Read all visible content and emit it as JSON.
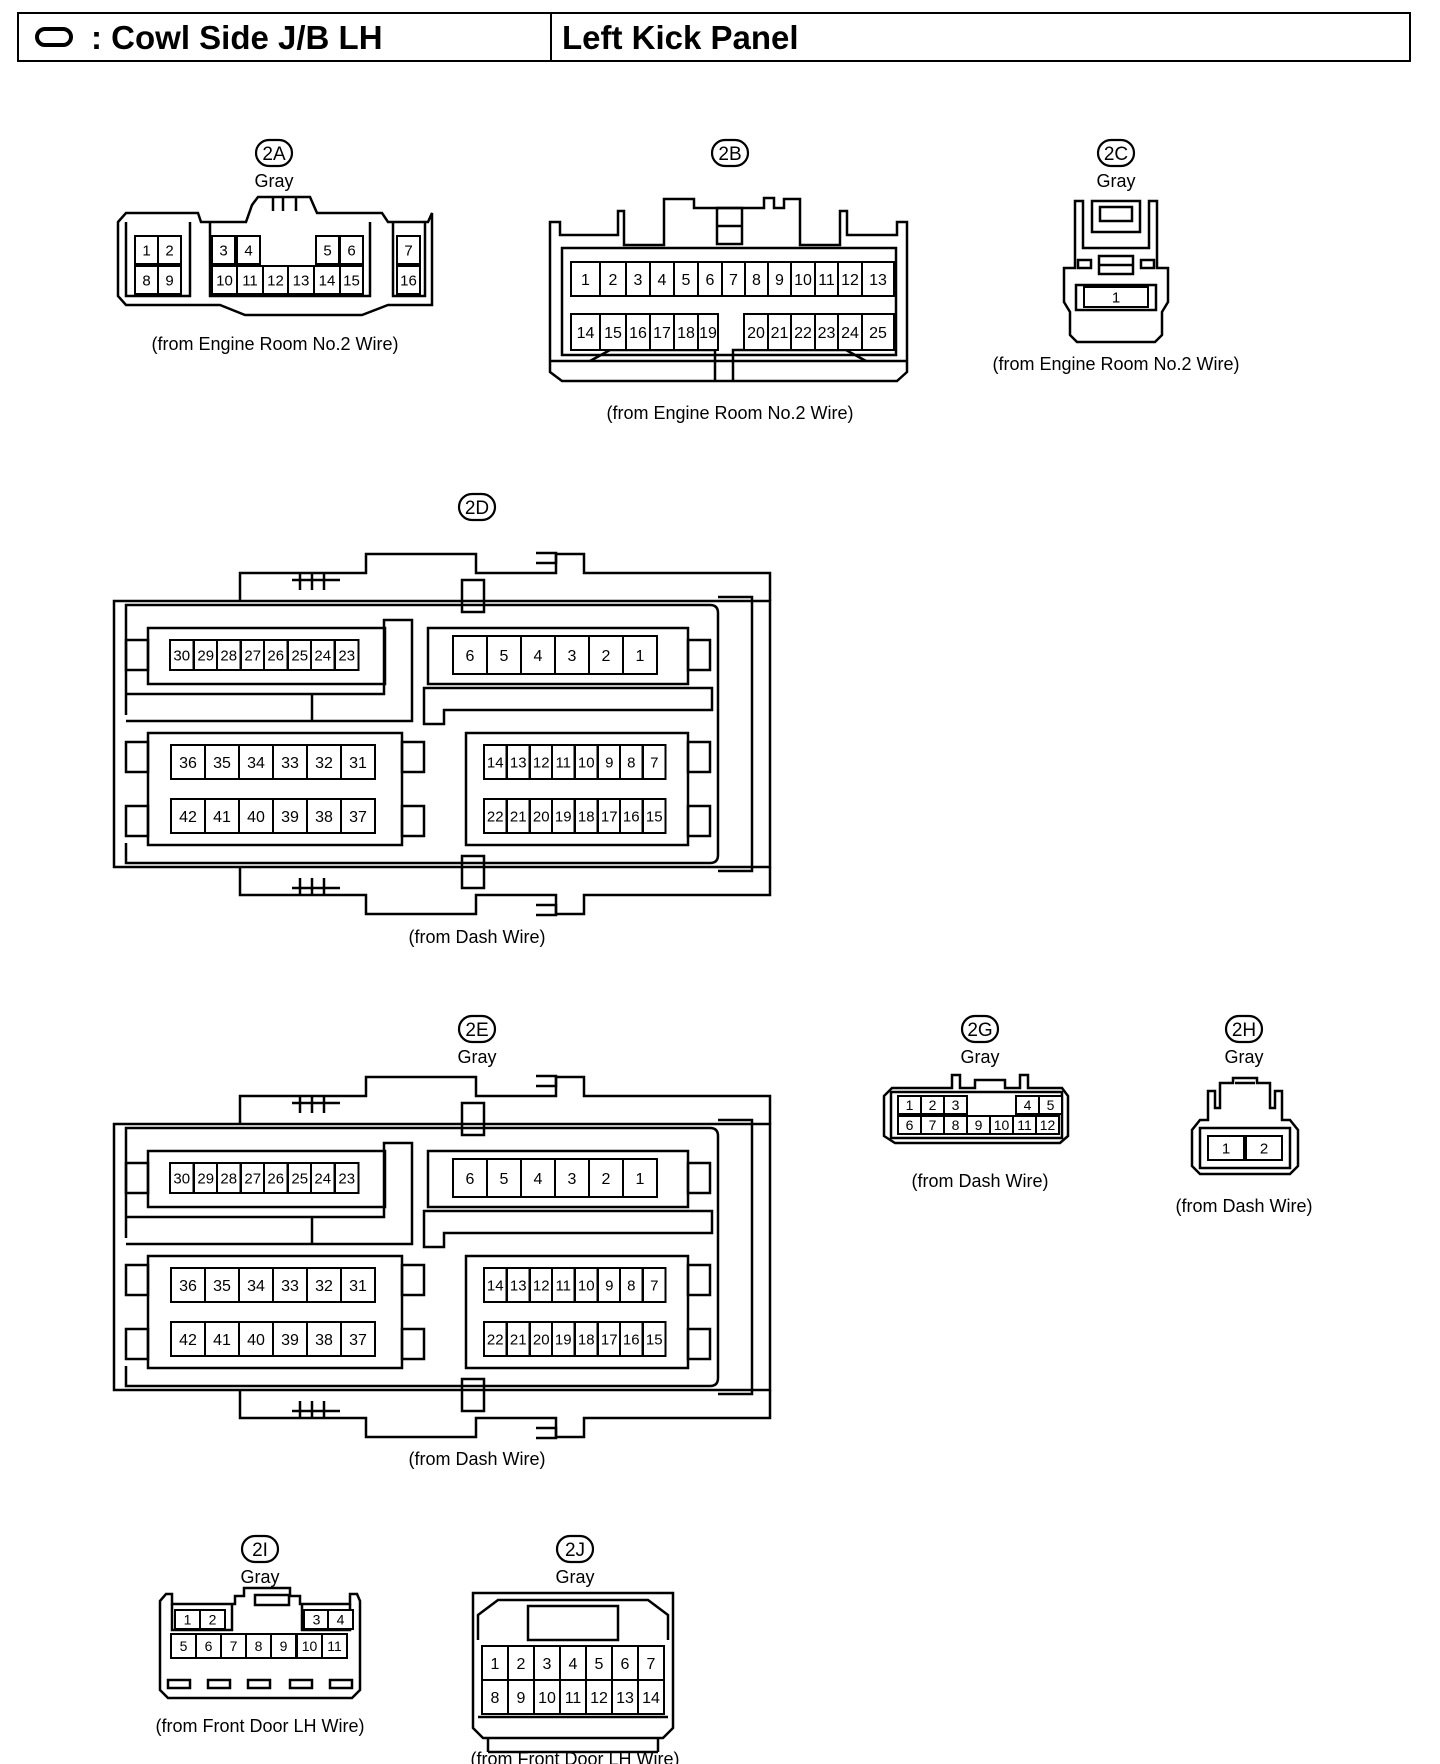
{
  "header": {
    "symbol_icon": "oval-icon",
    "title": ": Cowl Side J/B LH",
    "location": "Left Kick Panel"
  },
  "connectors": [
    {
      "id": "2A",
      "color": "Gray",
      "source": "(from Engine Room No.2 Wire)"
    },
    {
      "id": "2B",
      "color": "",
      "source": "(from Engine Room No.2 Wire)"
    },
    {
      "id": "2C",
      "color": "Gray",
      "source": "(from Engine Room No.2 Wire)"
    },
    {
      "id": "2D",
      "color": "",
      "source": "(from Dash Wire)"
    },
    {
      "id": "2E",
      "color": "Gray",
      "source": "(from Dash Wire)"
    },
    {
      "id": "2G",
      "color": "Gray",
      "source": "(from Dash Wire)"
    },
    {
      "id": "2H",
      "color": "Gray",
      "source": "(from Dash Wire)"
    },
    {
      "id": "2I",
      "color": "Gray",
      "source": "(from Front Door LH Wire)"
    },
    {
      "id": "2J",
      "color": "Gray",
      "source": "(from Front Door LH Wire)"
    }
  ],
  "pins": {
    "2A": [
      [
        "1",
        "2",
        "",
        "3",
        "4",
        "",
        "5",
        "6",
        "",
        "7"
      ],
      [
        "8",
        "9",
        "",
        "10",
        "11",
        "12",
        "13",
        "14",
        "15",
        "16"
      ]
    ],
    "2B": [
      [
        "1",
        "2",
        "3",
        "4",
        "5",
        "6",
        "7",
        "8",
        "9",
        "10",
        "11",
        "12",
        "13"
      ],
      [
        "14",
        "15",
        "16",
        "17",
        "18",
        "19",
        "20",
        "21",
        "22",
        "23",
        "24",
        "25"
      ]
    ],
    "2C": [
      [
        "1"
      ]
    ],
    "2D": {
      "top_left": [
        "30",
        "29",
        "28",
        "27",
        "26",
        "25",
        "24",
        "23"
      ],
      "top_right": [
        "6",
        "5",
        "4",
        "3",
        "2",
        "1"
      ],
      "mid_left": [
        "36",
        "35",
        "34",
        "33",
        "32",
        "31"
      ],
      "mid_right": [
        "14",
        "13",
        "12",
        "11",
        "10",
        "9",
        "8",
        "7"
      ],
      "bot_left": [
        "42",
        "41",
        "40",
        "39",
        "38",
        "37"
      ],
      "bot_right": [
        "22",
        "21",
        "20",
        "19",
        "18",
        "17",
        "16",
        "15"
      ]
    },
    "2E": {
      "top_left": [
        "30",
        "29",
        "28",
        "27",
        "26",
        "25",
        "24",
        "23"
      ],
      "top_right": [
        "6",
        "5",
        "4",
        "3",
        "2",
        "1"
      ],
      "mid_left": [
        "36",
        "35",
        "34",
        "33",
        "32",
        "31"
      ],
      "mid_right": [
        "14",
        "13",
        "12",
        "11",
        "10",
        "9",
        "8",
        "7"
      ],
      "bot_left": [
        "42",
        "41",
        "40",
        "39",
        "38",
        "37"
      ],
      "bot_right": [
        "22",
        "21",
        "20",
        "19",
        "18",
        "17",
        "16",
        "15"
      ]
    },
    "2G": [
      [
        "1",
        "2",
        "3",
        "4",
        "5"
      ],
      [
        "6",
        "7",
        "8",
        "9",
        "10",
        "11",
        "12"
      ]
    ],
    "2H": [
      [
        "1",
        "2"
      ]
    ],
    "2I": [
      [
        "1",
        "2",
        "3",
        "4"
      ],
      [
        "5",
        "6",
        "7",
        "8",
        "9",
        "10",
        "11"
      ]
    ],
    "2J": [
      [
        "1",
        "2",
        "3",
        "4",
        "5",
        "6",
        "7"
      ],
      [
        "8",
        "9",
        "10",
        "11",
        "12",
        "13",
        "14"
      ]
    ]
  }
}
